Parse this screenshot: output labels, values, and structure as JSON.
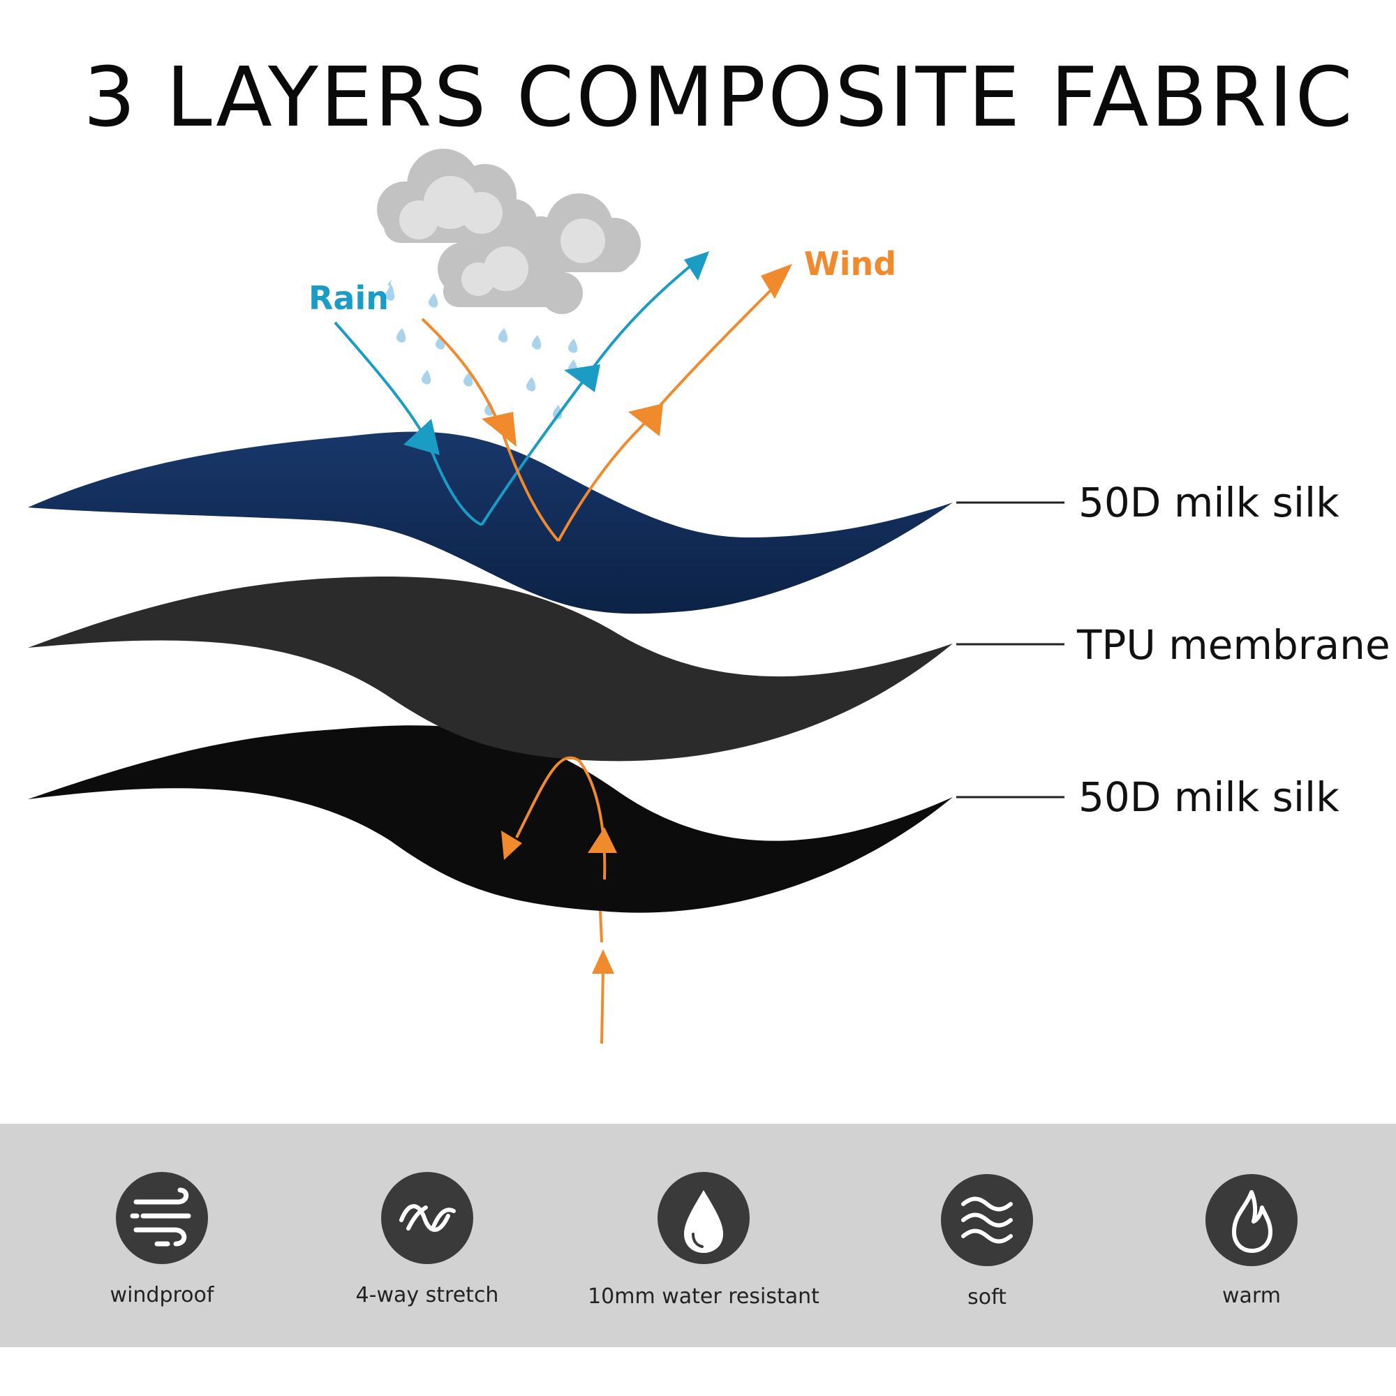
{
  "title": "3 LAYERS COMPOSITE FABRIC",
  "annotations": {
    "rain": "Rain",
    "wind": "Wind"
  },
  "layers": [
    {
      "label": "50D milk silk",
      "color": "#10284f"
    },
    {
      "label": "TPU membrane",
      "color": "#2b2b2b"
    },
    {
      "label": "50D milk silk",
      "color": "#0c0c0c"
    }
  ],
  "features": [
    {
      "label": "windproof",
      "icon": "wind-icon"
    },
    {
      "label": "4-way stretch",
      "icon": "stretch-icon"
    },
    {
      "label": "10mm water resistant",
      "icon": "water-drop-icon"
    },
    {
      "label": "soft",
      "icon": "waves-icon"
    },
    {
      "label": "warm",
      "icon": "flame-icon"
    }
  ],
  "colors": {
    "rain": "#1a9cc4",
    "wind": "#f08a2c",
    "cloud": "#c9c9c9",
    "raindrop": "#a9d3ea",
    "feature_band": "#d2d2d2",
    "icon_circle": "#3a3a3a"
  }
}
